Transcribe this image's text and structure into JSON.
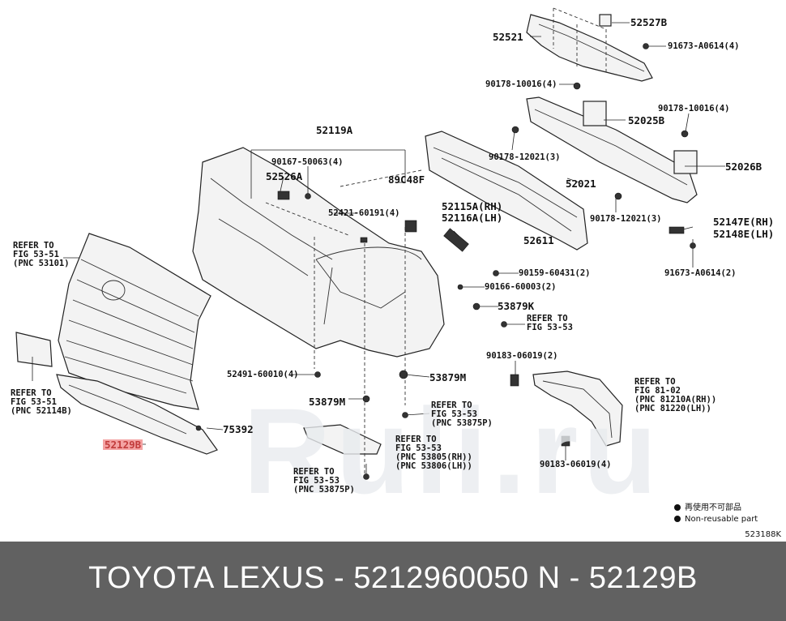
{
  "labels": {
    "p52527B": "52527B",
    "p52521": "52521",
    "p91673a": "91673-A0614(4)",
    "p90178a": "90178-10016(4)",
    "p90178b": "90178-10016(4)",
    "p52025B": "52025B",
    "p52119A": "52119A",
    "p90178c": "90178-12021(3)",
    "p52026B": "52026B",
    "p90167": "90167-50063(4)",
    "p52526A": "52526A",
    "p89C48F": "89C48F",
    "p52021": "52021",
    "p52421": "52421-60191(4)",
    "p52115A": "52115A(RH)",
    "p52116A": "52116A(LH)",
    "p90178d": "90178-12021(3)",
    "p52147E": "52147E(RH)",
    "p52148E": "52148E(LH)",
    "p52611": "52611",
    "p90159": "90159-60431(2)",
    "p91673b": "91673-A0614(2)",
    "p90166": "90166-60003(2)",
    "p53879Ka": "53879K",
    "referA": "REFER TO\nFIG 53-51\n(PNC 53101)",
    "referB": "REFER TO\nFIG 53-53",
    "p90183a": "90183-06019(2)",
    "p52491": "52491-60010(4)",
    "p53879Ma": "53879M",
    "referC": "REFER TO\nFIG 81-02\n(PNC 81210A(RH))\n(PNC 81220(LH))",
    "referD": "REFER TO\nFIG 53-51\n(PNC 52114B)",
    "p53879Mb": "53879M",
    "referE": "REFER TO\nFIG 53-53\n(PNC 53875P)",
    "p75392": "75392",
    "p52129B": "52129B",
    "referF": "REFER TO\nFIG 53-53\n(PNC 53805(RH))\n(PNC 53806(LH))",
    "p90183b": "90183-06019(4)",
    "referG": "REFER TO\nFIG 53-53\n(PNC 53875P)"
  },
  "legend": {
    "jp": "再使用不可部品",
    "en": "Non-reusable part"
  },
  "diagram_code": "523188K",
  "watermark": "Ruli.ru",
  "footer": {
    "text": "TOYOTA LEXUS - 5212960050     N - 52129B"
  }
}
